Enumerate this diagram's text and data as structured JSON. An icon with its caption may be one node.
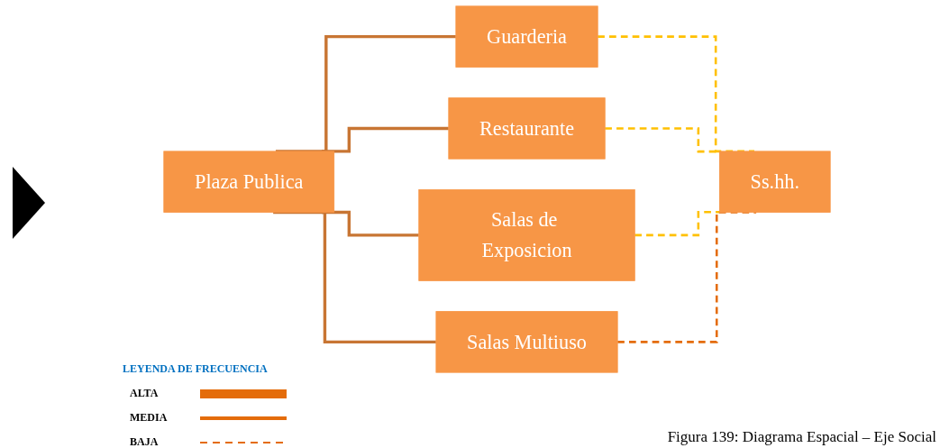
{
  "diagram": {
    "caption": "Figura 139: Diagrama Espacial – Eje Social",
    "nodes": [
      {
        "text": [
          "Plaza Publica"
        ]
      },
      {
        "text": [
          "Guarderia"
        ]
      },
      {
        "text": [
          "Restaurante"
        ]
      },
      {
        "text": [
          "Salas de Exposicion"
        ]
      },
      {
        "text": [
          "Salas Multiuso"
        ]
      },
      {
        "text": [
          "Ss.hh."
        ]
      }
    ],
    "edges": [
      {
        "from": 0,
        "to": 1,
        "arrow": "none",
        "color": "#c87533"
      },
      {
        "from": 0,
        "to": 2,
        "arrow": "none",
        "color": "#c87533"
      },
      {
        "from": 0,
        "to": 3,
        "arrow": "none",
        "color": "#c87533"
      },
      {
        "from": 0,
        "to": 4,
        "arrow": "none",
        "color": "#c87533"
      },
      {
        "from": 1,
        "to": 5,
        "arrow": "none",
        "style": "dashed",
        "color": "#ffc000"
      },
      {
        "from": 2,
        "to": 5,
        "arrow": "none",
        "style": "dashed",
        "color": "#ffc000"
      },
      {
        "from": 3,
        "to": 5,
        "arrow": "none",
        "style": "dashed",
        "color": "#ffc000"
      },
      {
        "from": 4,
        "to": 5,
        "arrow": "none",
        "style": "dashed",
        "color": "#e46c0a"
      }
    ],
    "labels": [
      "LEYENDA DE FRECUENCIA"
    ],
    "legend": [
      {
        "text": "ALTA"
      },
      {
        "text": "MEDIA"
      },
      {
        "text": "BAJA"
      }
    ]
  }
}
